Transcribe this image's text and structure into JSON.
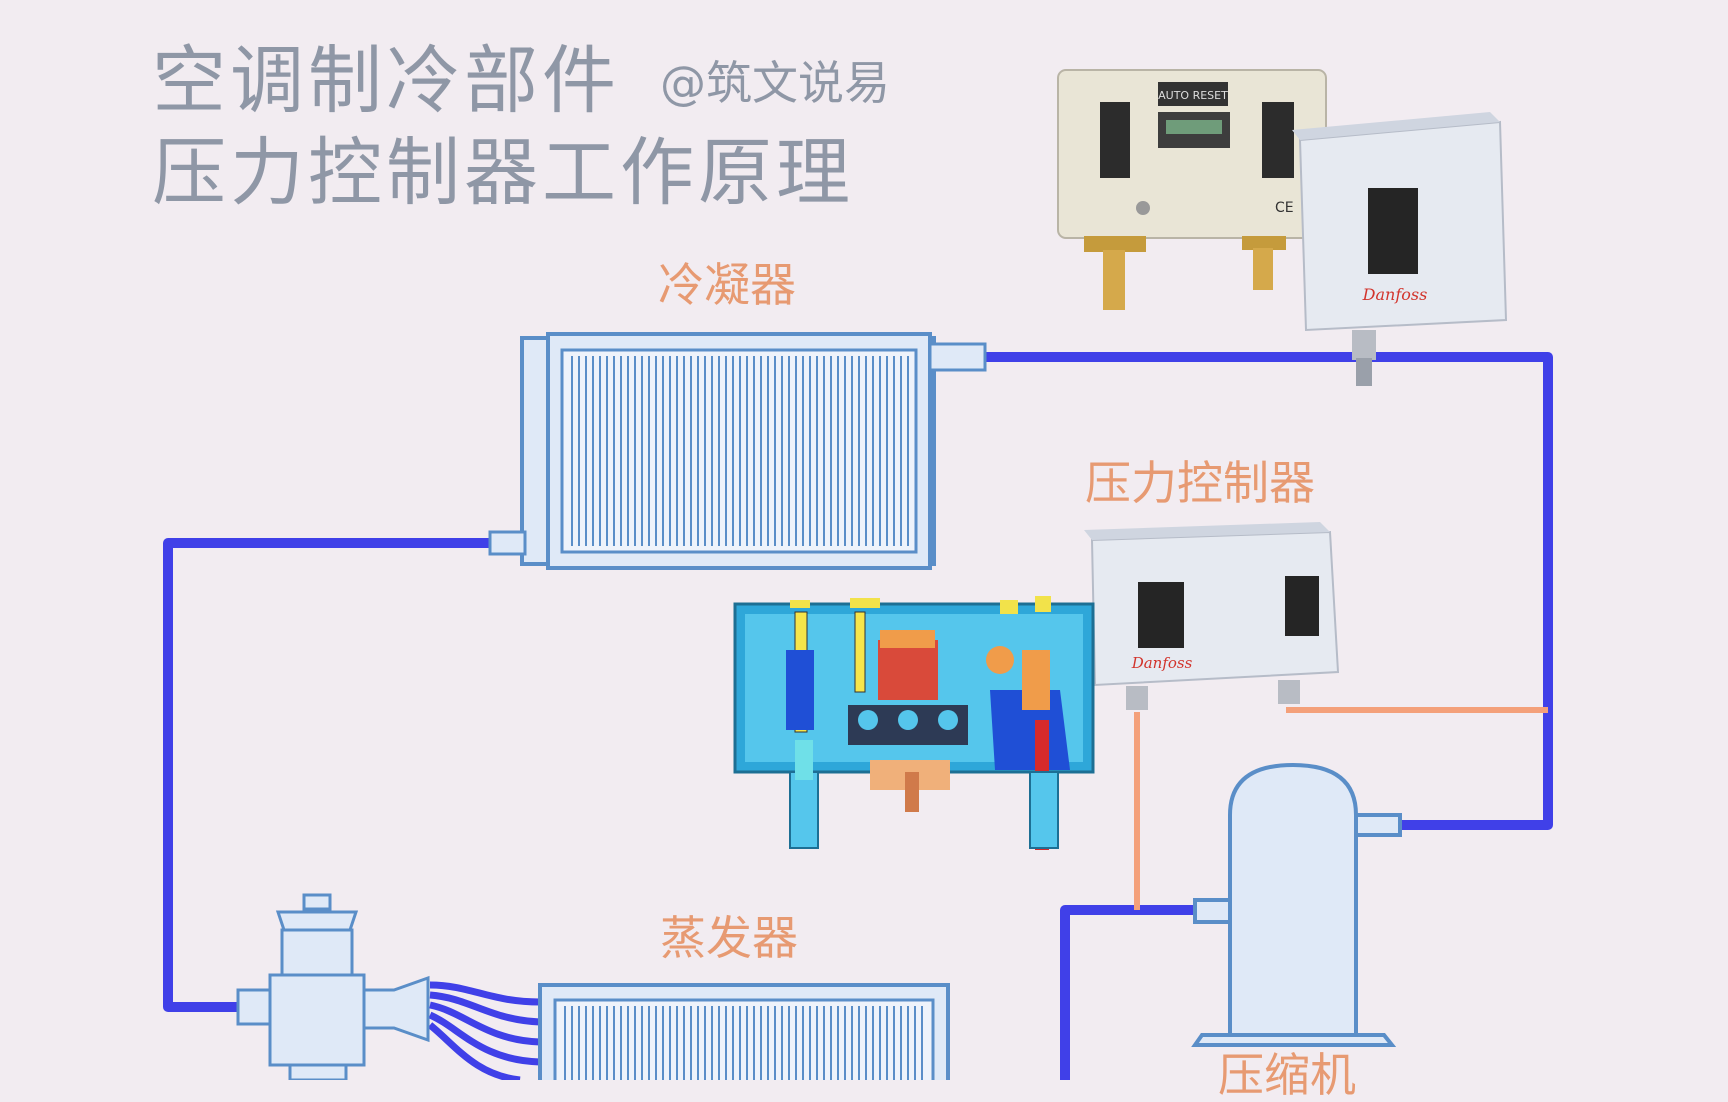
{
  "title": {
    "line1": "空调制冷部件",
    "handle": "@筑文说易",
    "line2": "压力控制器工作原理"
  },
  "labels": {
    "condenser": "冷凝器",
    "pressure_controller": "压力控制器",
    "evaporator": "蒸发器",
    "compressor": "压缩机"
  },
  "photo_text": {
    "reset_label": "AUTO RESET",
    "ce_mark": "CE",
    "brand": "Danfoss"
  },
  "colors": {
    "background": "#f2ecf1",
    "refrigerant_line": "#4040e8",
    "pressure_line": "#f4a07a",
    "component_outline": "#5a8ec8",
    "component_fill": "#dfe9f7",
    "label_color": "#e79a72",
    "title_color": "#8f97a6"
  }
}
